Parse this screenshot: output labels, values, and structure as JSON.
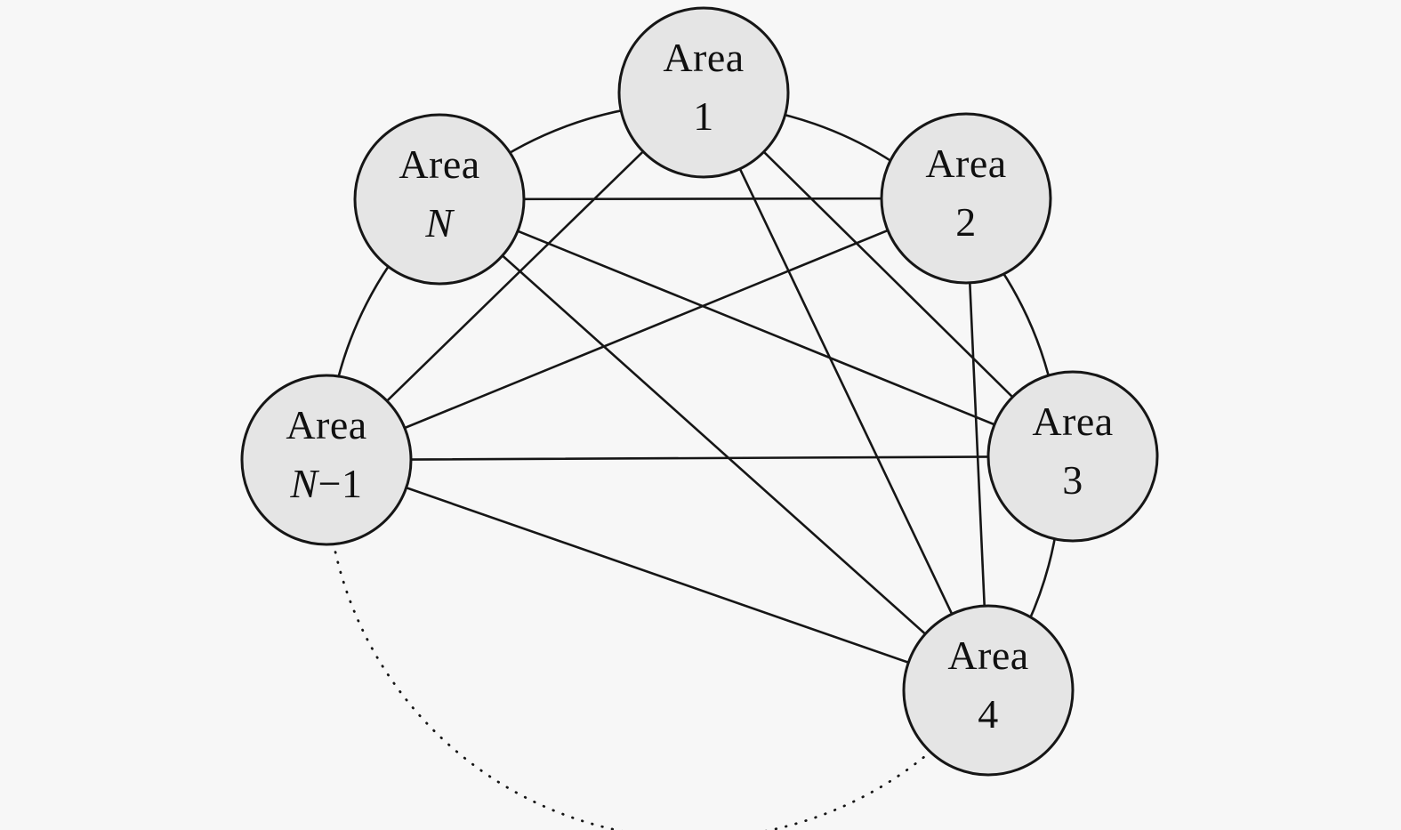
{
  "figure": {
    "type": "network-diagram",
    "description": "N interconnected areas arranged on a circle; every area is linked to every other area, dotted arc indicates continuation of areas between Area 4 and Area N−1",
    "colors": {
      "background": "#f7f7f7",
      "node-fill": "#e5e5e5",
      "line": "#161616",
      "text": "#101010"
    }
  },
  "nodes": [
    {
      "id": "area-1",
      "line1": "Area",
      "line2_italic": "",
      "line2_regular": "1"
    },
    {
      "id": "area-2",
      "line1": "Area",
      "line2_italic": "",
      "line2_regular": "2"
    },
    {
      "id": "area-3",
      "line1": "Area",
      "line2_italic": "",
      "line2_regular": "3"
    },
    {
      "id": "area-4",
      "line1": "Area",
      "line2_italic": "",
      "line2_regular": "4"
    },
    {
      "id": "area-n-1",
      "line1": "Area",
      "line2_italic": "N",
      "line2_regular": "−1"
    },
    {
      "id": "area-n",
      "line1": "Area",
      "line2_italic": "N",
      "line2_regular": ""
    }
  ],
  "connections": [
    {
      "from": "Area N−1",
      "to": "Area N",
      "style": "solid-arc"
    },
    {
      "from": "Area N",
      "to": "Area 1",
      "style": "solid-arc"
    },
    {
      "from": "Area 1",
      "to": "Area 2",
      "style": "solid-arc"
    },
    {
      "from": "Area 2",
      "to": "Area 3",
      "style": "solid-arc"
    },
    {
      "from": "Area 3",
      "to": "Area 4",
      "style": "solid-arc"
    },
    {
      "from": "Area 4",
      "to": "Area N−1",
      "style": "dotted-arc"
    },
    {
      "from": "Area N",
      "to": "Area 2",
      "style": "solid-line"
    },
    {
      "from": "Area N−1",
      "to": "Area 3",
      "style": "solid-line"
    },
    {
      "from": "Area 1",
      "to": "Area 3",
      "style": "solid-line"
    },
    {
      "from": "Area 1",
      "to": "Area 4",
      "style": "solid-line"
    },
    {
      "from": "Area 1",
      "to": "Area N−1",
      "style": "solid-line"
    },
    {
      "from": "Area 2",
      "to": "Area 4",
      "style": "solid-line"
    },
    {
      "from": "Area 2",
      "to": "Area N−1",
      "style": "solid-line"
    },
    {
      "from": "Area 3",
      "to": "Area N",
      "style": "solid-line"
    },
    {
      "from": "Area 4",
      "to": "Area N",
      "style": "solid-line"
    },
    {
      "from": "Area 4",
      "to": "Area N−1",
      "style": "solid-line"
    }
  ]
}
